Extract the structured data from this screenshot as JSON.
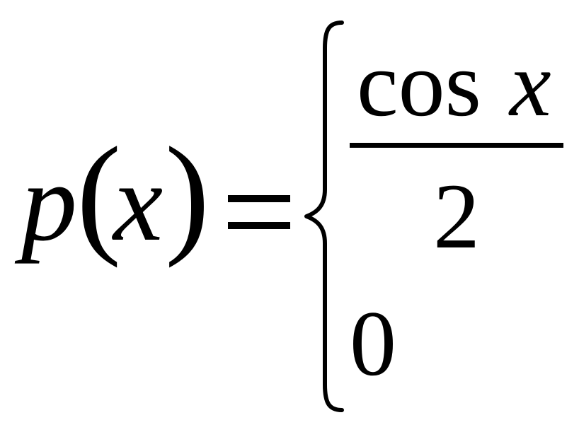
{
  "formula": {
    "lhs": {
      "function_name": "p",
      "open_paren": "(",
      "variable": "x",
      "close_paren": ")"
    },
    "equals": "=",
    "cases": [
      {
        "numerator_function": "cos",
        "numerator_variable": "x",
        "denominator": "2"
      },
      {
        "value": "0"
      }
    ]
  }
}
